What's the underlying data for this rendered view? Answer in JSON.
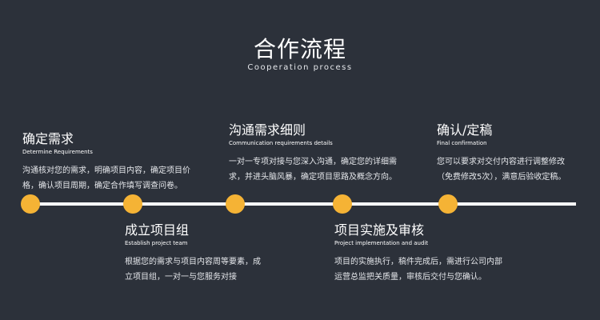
{
  "header": {
    "title": "合作流程",
    "subtitle": "Cooperation process"
  },
  "colors": {
    "background": "#2c313a",
    "accent": "#f5b335",
    "line": "#ffffff"
  },
  "steps": [
    {
      "title": "确定需求",
      "en": "Determine Requirements",
      "desc": "沟通核对您的需求，明确项目内容，确定项目价格，确认项目周期，确定合作填写调查问卷。"
    },
    {
      "title": "成立项目组",
      "en": "Establish project team",
      "desc": "根据您的需求与项目内容周等要素，成立项目组，一对一与您服务对接"
    },
    {
      "title": "沟通需求细则",
      "en": "Communication requirements details",
      "desc": "一对一专项对接与您深入沟通，确定您的详细需求，并进头脑风暴，确定项目思路及概念方向。"
    },
    {
      "title": "项目实施及审核",
      "en": "Project implementation and audit",
      "desc": "项目的实施执行，稿件完成后，需进行公司内部运营总监把关质量，审核后交付与您确认。"
    },
    {
      "title": "确认/定稿",
      "en": "Final confirmation",
      "desc": "您可以要求对交付内容进行调整修改（免费修改5次），满意后验收定稿。"
    }
  ]
}
